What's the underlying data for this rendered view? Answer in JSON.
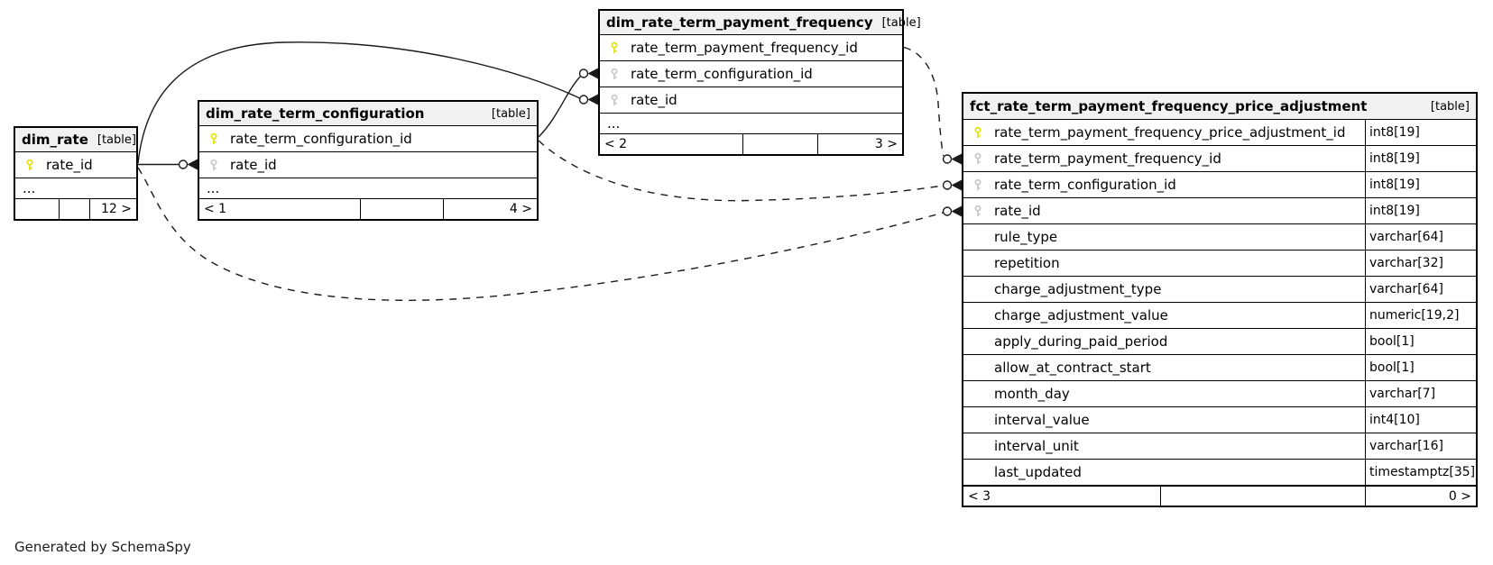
{
  "note": "Generated by SchemaSpy",
  "colors": {
    "header_bg": "#f1f1f1",
    "border": "#000000",
    "primary_key": "#e4e10e",
    "foreign_key": "#c9c9c9"
  },
  "tables": [
    {
      "name": "dim_rate",
      "tag": "[table]",
      "columns": [
        {
          "name": "rate_id",
          "key": "pk"
        }
      ],
      "ellipsis": "...",
      "footer": [
        "",
        "",
        "12 >"
      ]
    },
    {
      "name": "dim_rate_term_configuration",
      "tag": "[table]",
      "columns": [
        {
          "name": "rate_term_configuration_id",
          "key": "pk"
        },
        {
          "name": "rate_id",
          "key": "fk"
        }
      ],
      "ellipsis": "...",
      "footer": [
        "< 1",
        "",
        "4 >"
      ]
    },
    {
      "name": "dim_rate_term_payment_frequency",
      "tag": "[table]",
      "columns": [
        {
          "name": "rate_term_payment_frequency_id",
          "key": "pk"
        },
        {
          "name": "rate_term_configuration_id",
          "key": "fk"
        },
        {
          "name": "rate_id",
          "key": "fk"
        }
      ],
      "ellipsis": "...",
      "footer": [
        "< 2",
        "",
        "3 >"
      ]
    },
    {
      "name": "fct_rate_term_payment_frequency_price_adjustment",
      "tag": "[table]",
      "columns": [
        {
          "name": "rate_term_payment_frequency_price_adjustment_id",
          "type": "int8[19]",
          "key": "pk"
        },
        {
          "name": "rate_term_payment_frequency_id",
          "type": "int8[19]",
          "key": "fk"
        },
        {
          "name": "rate_term_configuration_id",
          "type": "int8[19]",
          "key": "fk"
        },
        {
          "name": "rate_id",
          "type": "int8[19]",
          "key": "fk"
        },
        {
          "name": "rule_type",
          "type": "varchar[64]",
          "key": ""
        },
        {
          "name": "repetition",
          "type": "varchar[32]",
          "key": ""
        },
        {
          "name": "charge_adjustment_type",
          "type": "varchar[64]",
          "key": ""
        },
        {
          "name": "charge_adjustment_value",
          "type": "numeric[19,2]",
          "key": ""
        },
        {
          "name": "apply_during_paid_period",
          "type": "bool[1]",
          "key": ""
        },
        {
          "name": "allow_at_contract_start",
          "type": "bool[1]",
          "key": ""
        },
        {
          "name": "month_day",
          "type": "varchar[7]",
          "key": ""
        },
        {
          "name": "interval_value",
          "type": "int4[10]",
          "key": ""
        },
        {
          "name": "interval_unit",
          "type": "varchar[16]",
          "key": ""
        },
        {
          "name": "last_updated",
          "type": "timestamptz[35]",
          "key": ""
        }
      ],
      "footer": [
        "< 3",
        "",
        "0 >"
      ]
    }
  ],
  "relationships": [
    {
      "from": "dim_rate.rate_id",
      "to": "dim_rate_term_configuration.rate_id",
      "style": "solid"
    },
    {
      "from": "dim_rate.rate_id",
      "to": "dim_rate_term_payment_frequency.rate_id",
      "style": "solid"
    },
    {
      "from": "dim_rate_term_configuration.rate_term_configuration_id",
      "to": "dim_rate_term_payment_frequency.rate_term_configuration_id",
      "style": "solid"
    },
    {
      "from": "dim_rate_term_payment_frequency.rate_term_payment_frequency_id",
      "to": "fct_rate_term_payment_frequency_price_adjustment.rate_term_payment_frequency_id",
      "style": "dashed"
    },
    {
      "from": "dim_rate_term_configuration.rate_term_configuration_id",
      "to": "fct_rate_term_payment_frequency_price_adjustment.rate_term_configuration_id",
      "style": "dashed"
    },
    {
      "from": "dim_rate.rate_id",
      "to": "fct_rate_term_payment_frequency_price_adjustment.rate_id",
      "style": "dashed"
    }
  ]
}
